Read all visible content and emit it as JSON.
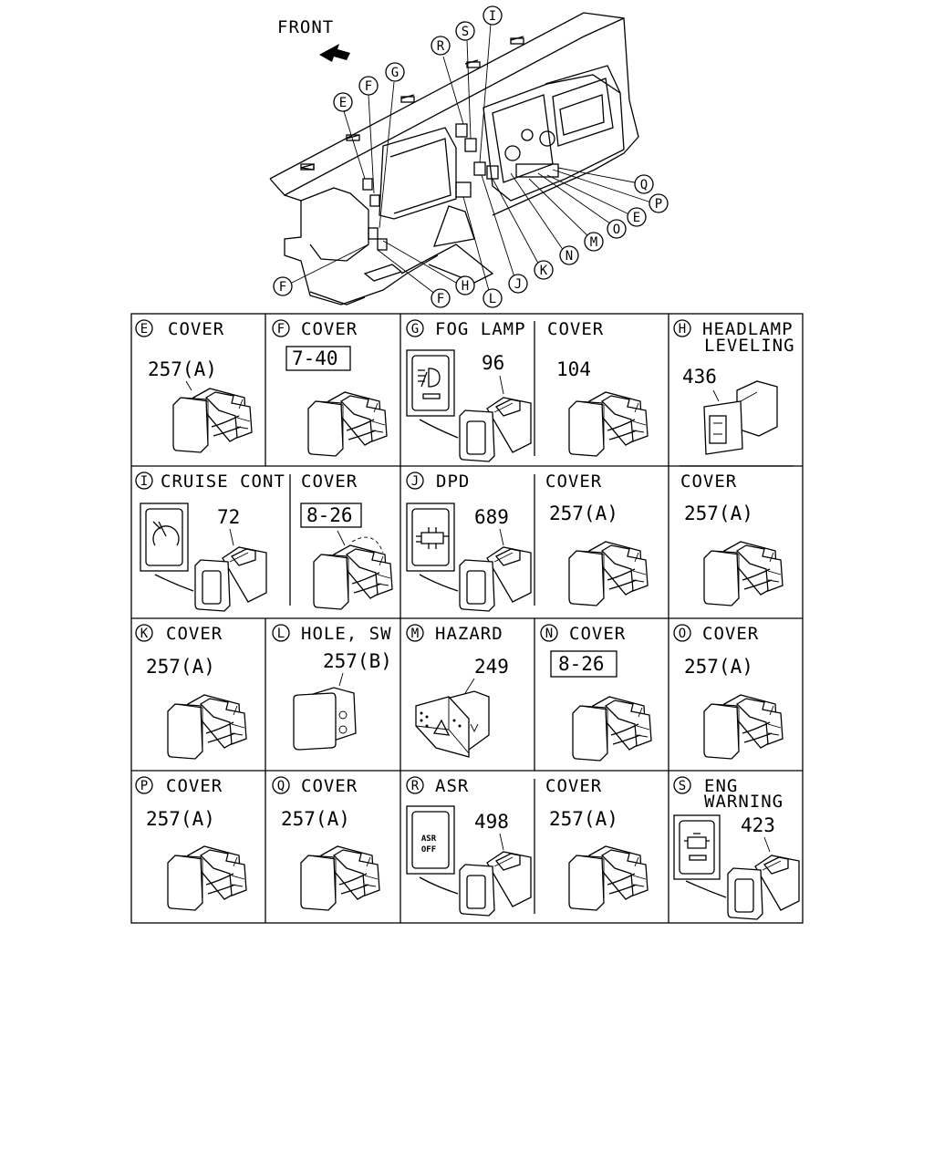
{
  "overview": {
    "front_label": "FRONT",
    "callouts_left": [
      "E",
      "F",
      "G",
      "R",
      "S",
      "I"
    ],
    "callouts_bottom": [
      "F",
      "H",
      "F",
      "L",
      "J",
      "K",
      "N",
      "M",
      "O",
      "E",
      "P",
      "Q"
    ]
  },
  "cells": [
    {
      "id": "E1",
      "letter": "E",
      "title": "COVER",
      "part": "257(A)"
    },
    {
      "id": "F1",
      "letter": "F",
      "title": "COVER",
      "ref": "7-40"
    },
    {
      "id": "G1",
      "letter": "G",
      "title": "FOG LAMP",
      "part": "96",
      "cover_title": "COVER",
      "cover_part": "104"
    },
    {
      "id": "H1",
      "letter": "H",
      "title": "HEADLAMP",
      "title2": "LEVELING",
      "part": "436"
    },
    {
      "id": "I1",
      "letter": "I",
      "title": "CRUISE CONT",
      "part": "72",
      "cover_title": "COVER",
      "cover_ref": "8-26"
    },
    {
      "id": "J1",
      "letter": "J",
      "title": "DPD",
      "part": "689",
      "cover_title": "COVER",
      "cover_part": "257(A)"
    },
    {
      "id": "H2",
      "title": "COVER",
      "part": "257(A)"
    },
    {
      "id": "K1",
      "letter": "K",
      "title": "COVER",
      "part": "257(A)"
    },
    {
      "id": "L1",
      "letter": "L",
      "title": "HOLE, SW",
      "part": "257(B)"
    },
    {
      "id": "M1",
      "letter": "M",
      "title": "HAZARD",
      "part": "249"
    },
    {
      "id": "N1",
      "letter": "N",
      "title": "COVER",
      "ref": "8-26"
    },
    {
      "id": "O1",
      "letter": "O",
      "title": "COVER",
      "part": "257(A)"
    },
    {
      "id": "P1",
      "letter": "P",
      "title": "COVER",
      "part": "257(A)"
    },
    {
      "id": "Q1",
      "letter": "Q",
      "title": "COVER",
      "part": "257(A)"
    },
    {
      "id": "R1",
      "letter": "R",
      "title": "ASR",
      "part": "498",
      "switch_text": [
        "ASR",
        "OFF"
      ],
      "cover_title": "COVER",
      "cover_part": "257(A)"
    },
    {
      "id": "S1",
      "letter": "S",
      "title": "ENG",
      "title2": "WARNING",
      "part": "423"
    }
  ]
}
